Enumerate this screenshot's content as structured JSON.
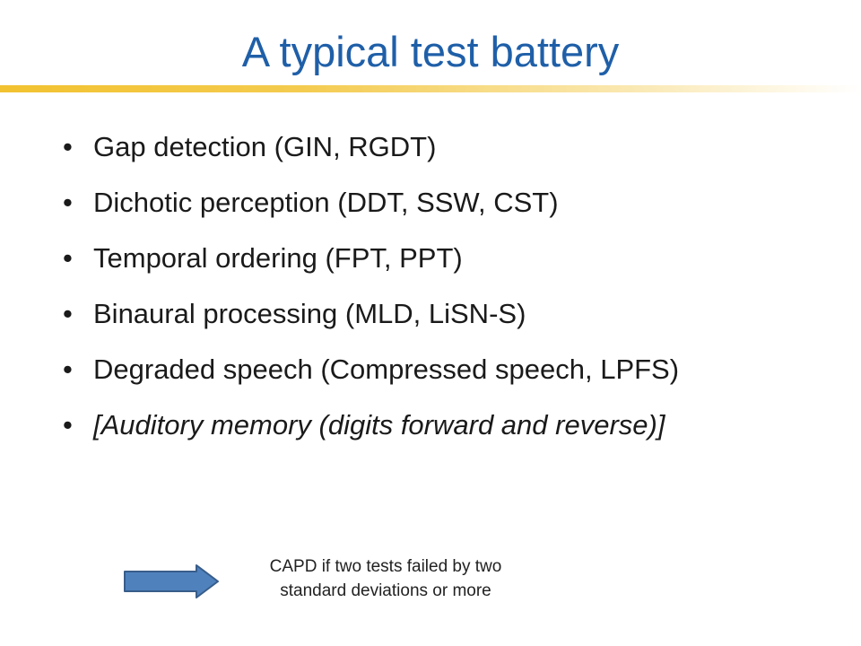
{
  "slide": {
    "title": "A typical test battery",
    "bullets": [
      {
        "text": "Gap detection (GIN, RGDT)"
      },
      {
        "text": "Dichotic perception (DDT, SSW, CST)"
      },
      {
        "text": "Temporal ordering (FPT, PPT)"
      },
      {
        "text": "Binaural processing (MLD, LiSN-S)"
      },
      {
        "text": "Degraded speech (Compressed speech, LPFS)"
      },
      {
        "text": "[Auditory memory (digits forward and reverse)]"
      }
    ],
    "bullet_glyph": "•",
    "note_line1": "CAPD if two tests failed by two",
    "note_line2": "standard deviations or more"
  },
  "colors": {
    "title": "#1f5fa8",
    "title_bar": "#f2c230",
    "arrow_fill": "#4f81bd",
    "arrow_stroke": "#385d8a"
  },
  "icons": {
    "arrow": "right-arrow-icon"
  }
}
